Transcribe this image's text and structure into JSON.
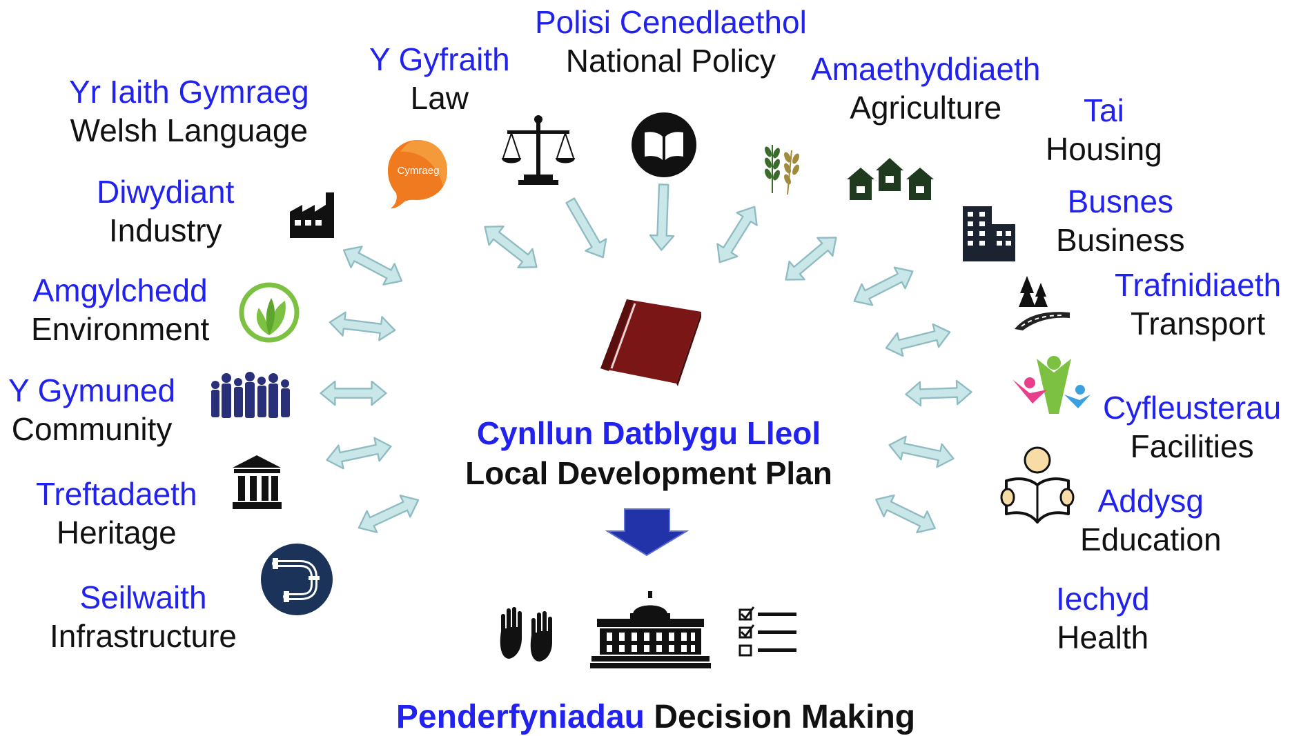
{
  "colors": {
    "welsh_text": "#2222ee",
    "english_text": "#111111",
    "arrow_fill": "#c9e6e8",
    "arrow_stroke": "#8fbcc2",
    "book": "#7a1616",
    "down_arrow": "#2233aa",
    "cymraeg_bubble": "#f07a1f",
    "environment_green": "#7cc142",
    "infrastructure_navy": "#1b3358"
  },
  "center": {
    "welsh": "Cynllun Datblygu Lleol",
    "english": "Local Development Plan",
    "icon": "book-icon"
  },
  "bottom": {
    "welsh": "Penderfyniadau",
    "english": "Decision Making",
    "icons": [
      "raised-hands-icon",
      "government-building-icon",
      "checklist-icon"
    ]
  },
  "topics": {
    "welsh_language": {
      "welsh": "Yr Iaith Gymraeg",
      "english": "Welsh Language",
      "icon": "cymraeg-bubble-icon",
      "icon_text": "Cymraeg"
    },
    "law": {
      "welsh": "Y Gyfraith",
      "english": "Law",
      "icon": "scales-icon"
    },
    "national_policy": {
      "welsh": "Polisi Cenedlaethol",
      "english": "National Policy",
      "icon": "open-book-circle-icon"
    },
    "agriculture": {
      "welsh": "Amaethyddiaeth",
      "english": "Agriculture",
      "icon": "wheat-icon"
    },
    "housing": {
      "welsh": "Tai",
      "english": "Housing",
      "icon": "houses-icon"
    },
    "industry": {
      "welsh": "Diwydiant",
      "english": "Industry",
      "icon": "factory-icon"
    },
    "business": {
      "welsh": "Busnes",
      "english": "Business",
      "icon": "office-building-icon"
    },
    "environment": {
      "welsh": "Amgylchedd",
      "english": "Environment",
      "icon": "leaf-icon"
    },
    "transport": {
      "welsh": "Trafnidiaeth",
      "english": "Transport",
      "icon": "road-icon"
    },
    "community": {
      "welsh": "Y Gymuned",
      "english": "Community",
      "icon": "people-crowd-icon"
    },
    "facilities": {
      "welsh": "Cyfleusterau",
      "english": "Facilities",
      "icon": "people-figures-icon"
    },
    "heritage": {
      "welsh": "Treftadaeth",
      "english": "Heritage",
      "icon": "museum-icon"
    },
    "education": {
      "welsh": "Addysg",
      "english": "Education",
      "icon": "reading-person-icon"
    },
    "infrastructure": {
      "welsh": "Seilwaith",
      "english": "Infrastructure",
      "icon": "pipes-icon"
    },
    "health": {
      "welsh": "Iechyd",
      "english": "Health",
      "icon": ""
    }
  }
}
